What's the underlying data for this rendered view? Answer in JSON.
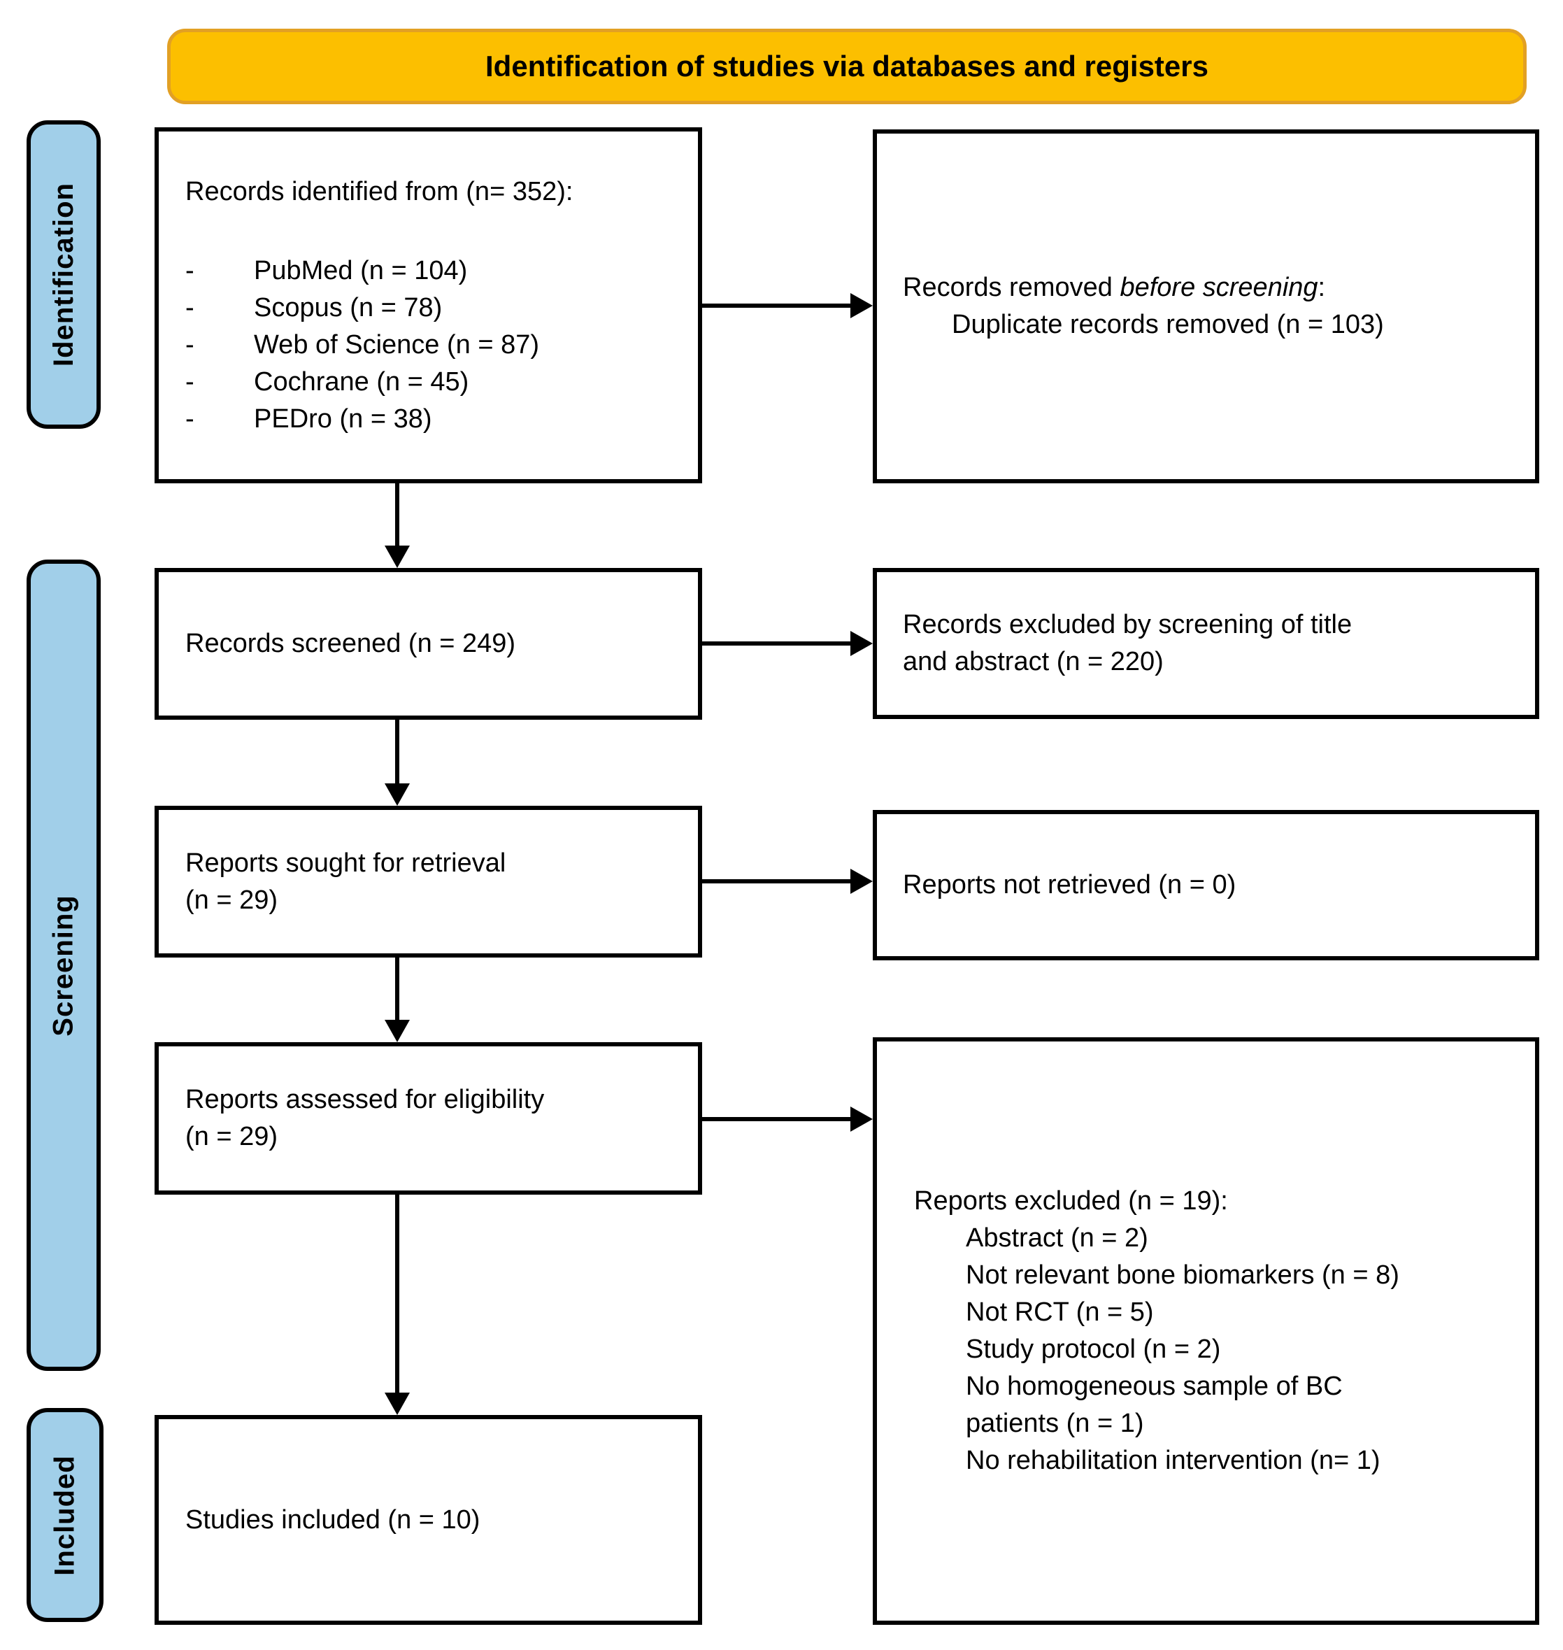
{
  "title": "Identification of studies via databases and registers",
  "sidebar": {
    "identification": "Identification",
    "screening": "Screening",
    "included": "Included"
  },
  "boxes": {
    "records_identified": {
      "title": "Records identified from (n= 352):",
      "bullet": "-",
      "items": [
        "PubMed (n = 104)",
        "Scopus (n = 78)",
        "Web of Science (n = 87)",
        "Cochrane (n = 45)",
        "PEDro (n = 38)"
      ]
    },
    "records_removed": {
      "prefix": "Records removed ",
      "emphasis": "before screening",
      "suffix": ":",
      "detail": "Duplicate records removed (n = 103)"
    },
    "records_screened": {
      "text": "Records screened (n = 249)"
    },
    "records_excluded": {
      "line1": "Records excluded by screening of title",
      "line2": "and abstract (n = 220)"
    },
    "reports_sought": {
      "line1": "Reports sought for retrieval",
      "line2": "(n = 29)"
    },
    "reports_not_retrieved": {
      "text": "Reports not retrieved (n = 0)"
    },
    "reports_assessed": {
      "line1": "Reports assessed for eligibility",
      "line2": "(n = 29)"
    },
    "reports_excluded": {
      "title": "Reports excluded (n = 19):",
      "items": [
        "Abstract (n = 2)",
        "Not relevant bone biomarkers (n = 8)",
        "Not RCT (n = 5)",
        "Study protocol (n = 2)",
        "No homogeneous sample of BC\npatients (n = 1)",
        "No rehabilitation intervention (n= 1)"
      ]
    },
    "studies_included": {
      "text": "Studies included (n = 10)"
    }
  },
  "colors": {
    "header_fill": "#FCBF00",
    "header_border": "#E2A024",
    "sidebar_fill": "#A1CFE9",
    "box_border": "#000000",
    "arrow": "#000000",
    "text": "#000000"
  }
}
